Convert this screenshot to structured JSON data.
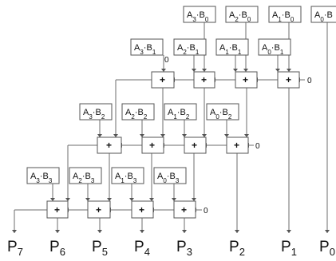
{
  "partials": {
    "a3b0": {
      "a": "A",
      "ai": "3",
      "b": "B",
      "bi": "0"
    },
    "a2b0": {
      "a": "A",
      "ai": "2",
      "b": "B",
      "bi": "0"
    },
    "a1b0": {
      "a": "A",
      "ai": "1",
      "b": "B",
      "bi": "0"
    },
    "a0b0": {
      "a": "A",
      "ai": "0",
      "b": "B",
      "bi": ""
    },
    "a3b1": {
      "a": "A",
      "ai": "3",
      "b": "B",
      "bi": "1"
    },
    "a2b1": {
      "a": "A",
      "ai": "2",
      "b": "B",
      "bi": "1"
    },
    "a1b1": {
      "a": "A",
      "ai": "1",
      "b": "B",
      "bi": "1"
    },
    "a0b1": {
      "a": "A",
      "ai": "0",
      "b": "B",
      "bi": "1"
    },
    "a3b2": {
      "a": "A",
      "ai": "3",
      "b": "B",
      "bi": "2"
    },
    "a2b2": {
      "a": "A",
      "ai": "2",
      "b": "B",
      "bi": "2"
    },
    "a1b2": {
      "a": "A",
      "ai": "1",
      "b": "B",
      "bi": "2"
    },
    "a0b2": {
      "a": "A",
      "ai": "0",
      "b": "B",
      "bi": "2"
    },
    "a3b3": {
      "a": "A",
      "ai": "3",
      "b": "B",
      "bi": "3"
    },
    "a2b3": {
      "a": "A",
      "ai": "2",
      "b": "B",
      "bi": "3"
    },
    "a1b3": {
      "a": "A",
      "ai": "1",
      "b": "B",
      "bi": "3"
    },
    "a0b3": {
      "a": "A",
      "ai": "0",
      "b": "B",
      "bi": "3"
    }
  },
  "adder_symbol": "+",
  "carry_in": "0",
  "outputs": {
    "p7": {
      "p": "P",
      "i": "7"
    },
    "p6": {
      "p": "P",
      "i": "6"
    },
    "p5": {
      "p": "P",
      "i": "5"
    },
    "p4": {
      "p": "P",
      "i": "4"
    },
    "p3": {
      "p": "P",
      "i": "3"
    },
    "p2": {
      "p": "P",
      "i": "2"
    },
    "p1": {
      "p": "P",
      "i": "1"
    },
    "p0": {
      "p": "P",
      "i": "0"
    }
  }
}
